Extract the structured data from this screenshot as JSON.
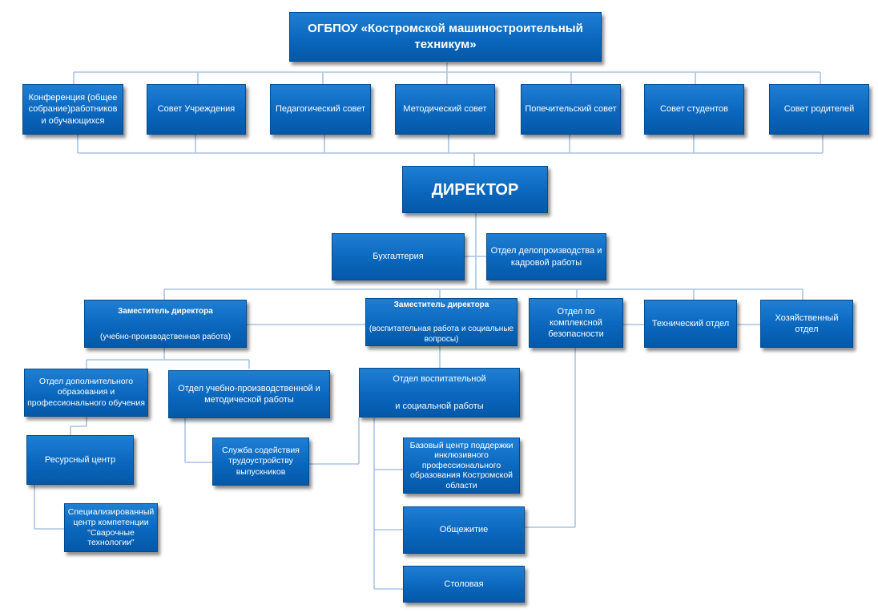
{
  "org": {
    "root": "ОГБПОУ «Костромской машиностроительный техникум»",
    "councils": [
      "Конференция  (общее собрание)работников и обучающихся",
      "Совет Учреждения",
      "Педагогический совет",
      "Методический совет",
      "Попечительский совет",
      "Совет студентов",
      "Совет родителей"
    ],
    "director": "ДИРЕКТОР",
    "accounting": "Бухгалтерия",
    "records_dept": "Отдел делопроизводства и кадровой работы",
    "deputy_production": {
      "title": "Заместитель директора",
      "subtitle": "(учебно-производственная работа)"
    },
    "deputy_education": {
      "title": "Заместитель директора",
      "subtitle": "(воспитательная работа и социальные вопросы)"
    },
    "security_dept": "Отдел по комплексной безопасности",
    "technical_dept": "Технический отдел",
    "household_dept": "Хозяйственный отдел",
    "additional_edu_dept": "Отдел дополнительного образования и профессионального обучения",
    "methodical_dept": "Отдел  учебно-производственной и методической работы",
    "social_work_dept": {
      "line1": "Отдел воспитательной",
      "line2": "и социальной работы"
    },
    "resource_center": "Ресурсный центр",
    "competence_center": "Специализированный центр компетенции \"Сварочные технологии\"",
    "employment_service": "Служба содействия трудоустройству выпускников",
    "inclusive_center": "Базовый центр поддержки инклюзивного профессионального образования Костромской области",
    "dormitory": "Общежитие",
    "canteen": "Столовая"
  },
  "colors": {
    "box_fill": "#0a67bd",
    "box_border": "#034a8e",
    "line": "#a8c4e2"
  }
}
